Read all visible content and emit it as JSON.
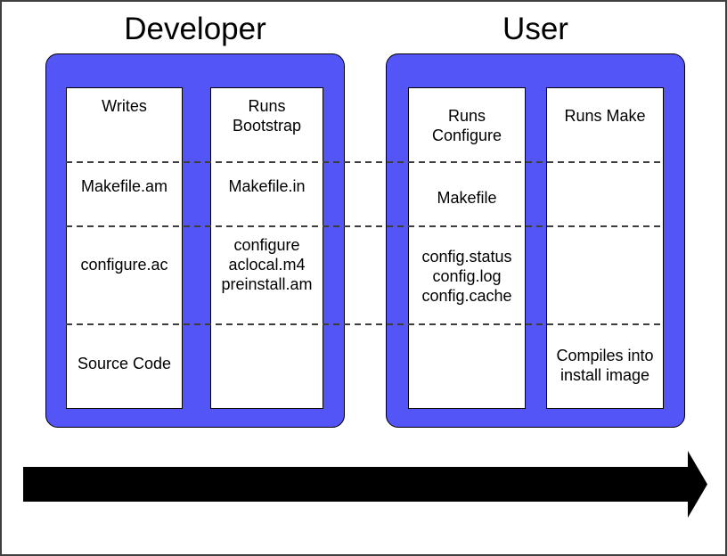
{
  "diagram": {
    "developer": {
      "title": "Developer",
      "writes_column": {
        "stage1": "Writes",
        "stage2": "Makefile.am",
        "stage3": "configure.ac",
        "stage4": "Source Code"
      },
      "bootstrap_column": {
        "stage1": "Runs\nBootstrap",
        "stage2": "Makefile.in",
        "stage3": "configure\naclocal.m4\npreinstall.am"
      }
    },
    "user": {
      "title": "User",
      "configure_column": {
        "stage1": "Runs\nConfigure",
        "stage2": "Makefile",
        "stage3": "config.status\nconfig.log\nconfig.cache"
      },
      "make_column": {
        "stage1": "Runs Make",
        "stage4": "Compiles into\ninstall image"
      }
    },
    "colors": {
      "group_box_fill": "#5355F7",
      "group_box_border": "#000000",
      "column_fill": "#FFFFFF",
      "column_border": "#000000",
      "dashed_divider": "#3D3D3D",
      "flow_arrow": "#000000",
      "background": "#FFFFFF",
      "page_border": "#404040"
    }
  }
}
